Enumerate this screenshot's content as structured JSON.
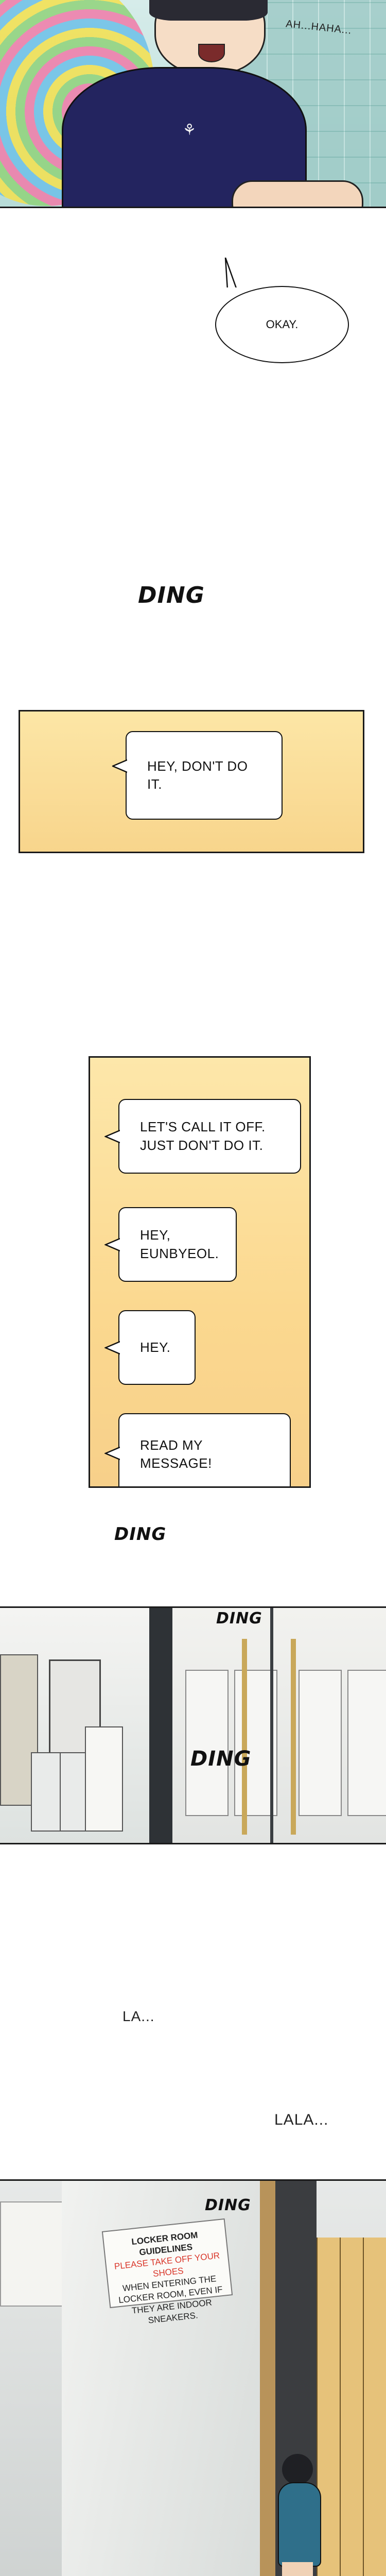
{
  "panel1": {
    "sfx": "AH...HAHA..."
  },
  "bubble_okay": "OKAY.",
  "ding_1": "DING",
  "msg_single": "HEY, DON'T DO IT.",
  "messages": [
    {
      "line1": "LET'S CALL IT OFF.",
      "line2": "JUST DON'T DO IT."
    },
    {
      "line1": "HEY,",
      "line2": "EUNBYEOL."
    },
    {
      "line1": "HEY.",
      "line2": ""
    },
    {
      "line1": "READ MY MESSAGE!",
      "line2": ""
    }
  ],
  "ding_2": "DING",
  "ding_3": "DING",
  "ding_4": "DING",
  "la_1": "LA...",
  "la_2": "LALA...",
  "ding_5": "DING",
  "sign": {
    "title": "LOCKER ROOM GUIDELINES",
    "highlight": "PLEASE TAKE OFF YOUR SHOES",
    "body": "WHEN ENTERING THE LOCKER ROOM, EVEN IF THEY ARE INDOOR SNEAKERS."
  },
  "colors": {
    "message_panel_bg": "#fbe2a4",
    "message_panel_bg2": "#fcd78e",
    "highlight_red": "#d9362a"
  }
}
